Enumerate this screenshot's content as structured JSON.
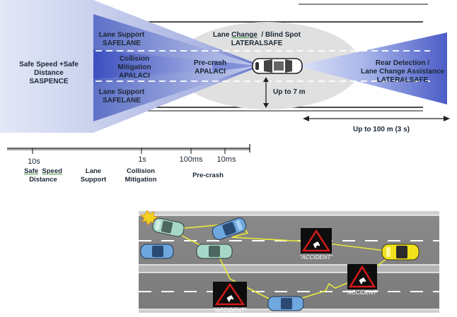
{
  "coverage": {
    "front_long": {
      "line1": "Safe Speed +Safe",
      "line2": "Distance",
      "line3": "SASPENCE"
    },
    "lane_support_top": {
      "line1": "Lane Support",
      "line2": "SAFELANE"
    },
    "collision": {
      "line1": "Collision",
      "line2": "Mitigation",
      "line3": "APALACI"
    },
    "lane_support_bottom": {
      "line1": "Lane Support",
      "line2": "SAFELANE"
    },
    "lane_change": {
      "line1_a": "Lane ",
      "line1_b": "Change",
      "line1_c": "  / Blind Spot",
      "line2": "LATERALSAFE"
    },
    "precrash": {
      "line1": "Pre-crash",
      "line2": "APALACI"
    },
    "rear": {
      "line1": "Rear Detection /",
      "line2": "Lane Change Assistance",
      "line3": "LATERALSAFE"
    },
    "lateral_range": "Up to 7 m",
    "rear_range": "Up to 100 m (3 s)"
  },
  "timeline": {
    "ticks": [
      "10s",
      "1s",
      "100ms",
      "10ms"
    ],
    "phase1": {
      "line1_a": "Safe",
      "line1_b": "Speed",
      "line2": "Distance"
    },
    "phase2": {
      "line1": "Lane",
      "line2": "Support"
    },
    "phase3": {
      "line1": "Collision",
      "line2": "Mitigation"
    },
    "phase4": "Pre-crash"
  },
  "traffic": {
    "signs": [
      "\"ACCIDENT\"",
      "\"ACCIDENT\"",
      "\"ACCIDENT\""
    ]
  },
  "colors": {
    "wedge_blue": "#5466c8",
    "wedge_light": "#cfd6f0",
    "ellipse": "#e0e0e0",
    "road": "#808080",
    "link": "#e6e63a",
    "sign_red": "#d41a1a"
  }
}
